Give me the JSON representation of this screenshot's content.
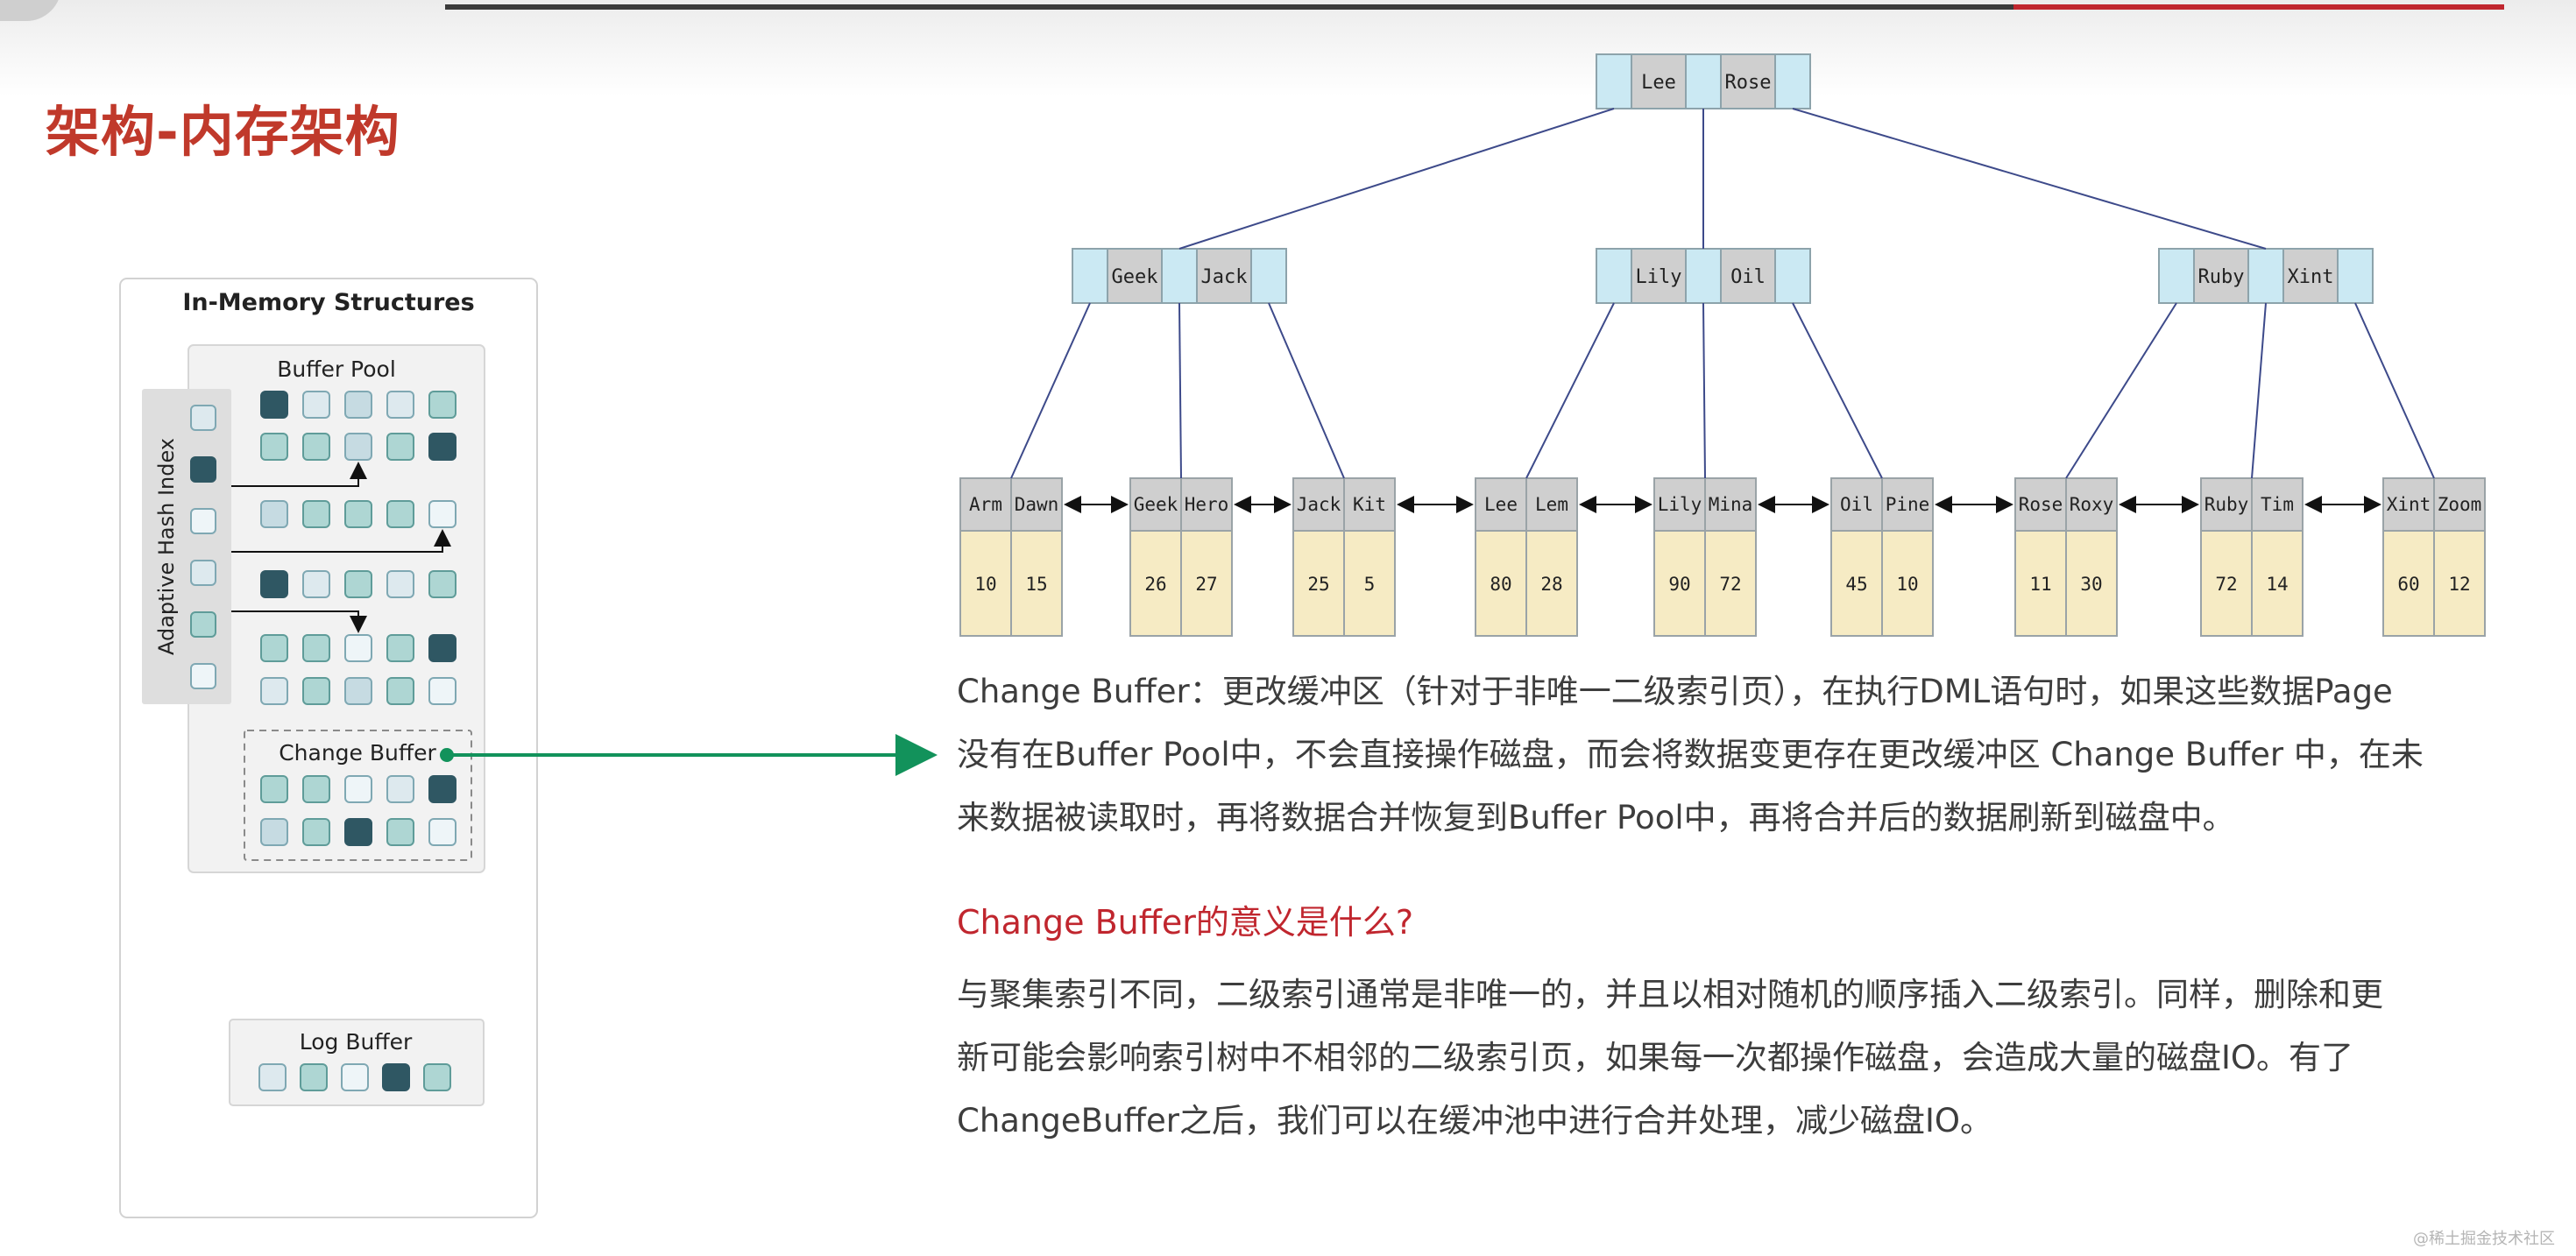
{
  "page": {
    "title": "架构-内存架构",
    "watermark": "@稀土掘金技术社区"
  },
  "memory": {
    "title": "In-Memory Structures",
    "buffer_pool_label": "Buffer Pool",
    "hash_index_label": "Adaptive Hash Index",
    "change_buffer_label": "Change Buffer",
    "log_buffer_label": "Log Buffer"
  },
  "tree": {
    "root": [
      "Lee",
      "Rose"
    ],
    "internal": [
      [
        "Geek",
        "Jack"
      ],
      [
        "Lily",
        "Oil"
      ],
      [
        "Ruby",
        "Xint"
      ]
    ],
    "leaves": [
      {
        "keys": [
          "Arm",
          "Dawn"
        ],
        "values": [
          "10",
          "15"
        ]
      },
      {
        "keys": [
          "Geek",
          "Hero"
        ],
        "values": [
          "26",
          "27"
        ]
      },
      {
        "keys": [
          "Jack",
          "Kit"
        ],
        "values": [
          "25",
          "5"
        ]
      },
      {
        "keys": [
          "Lee",
          "Lem"
        ],
        "values": [
          "80",
          "28"
        ]
      },
      {
        "keys": [
          "Lily",
          "Mina"
        ],
        "values": [
          "90",
          "72"
        ]
      },
      {
        "keys": [
          "Oil",
          "Pine"
        ],
        "values": [
          "45",
          "10"
        ]
      },
      {
        "keys": [
          "Rose",
          "Roxy"
        ],
        "values": [
          "11",
          "30"
        ]
      },
      {
        "keys": [
          "Ruby",
          "Tim"
        ],
        "values": [
          "72",
          "14"
        ]
      },
      {
        "keys": [
          "Xint",
          "Zoom"
        ],
        "values": [
          "60",
          "12"
        ]
      }
    ]
  },
  "description": {
    "lines": [
      "Change Buffer：更改缓冲区（针对于非唯一二级索引页），在执行DML语句时，如果这些数据Page",
      "没有在Buffer Pool中，不会直接操作磁盘，而会将数据变更存在更改缓冲区 Change Buffer 中，在未",
      "来数据被读取时，再将数据合并恢复到Buffer Pool中，再将合并后的数据刷新到磁盘中。"
    ]
  },
  "question": "Change Buffer的意义是什么?",
  "answer": {
    "lines": [
      "与聚集索引不同，二级索引通常是非唯一的，并且以相对随机的顺序插入二级索引。同样，删除和更",
      "新可能会影响索引树中不相邻的二级索引页，如果每一次都操作磁盘，会造成大量的磁盘IO。有了",
      "ChangeBuffer之后，我们可以在缓冲池中进行合并处理，减少磁盘IO。"
    ]
  },
  "colors": {
    "title_red": "#c0392b",
    "question_red": "#c0262e",
    "arrow_green": "#12925b",
    "page_dark": "#2f5763",
    "page_mid": "#aed6d3",
    "page_light": "#dde9ee",
    "key_cell": "#cfcfcf",
    "pointer_cell": "#cbe9f3",
    "value_cell": "#f6ebc4"
  }
}
